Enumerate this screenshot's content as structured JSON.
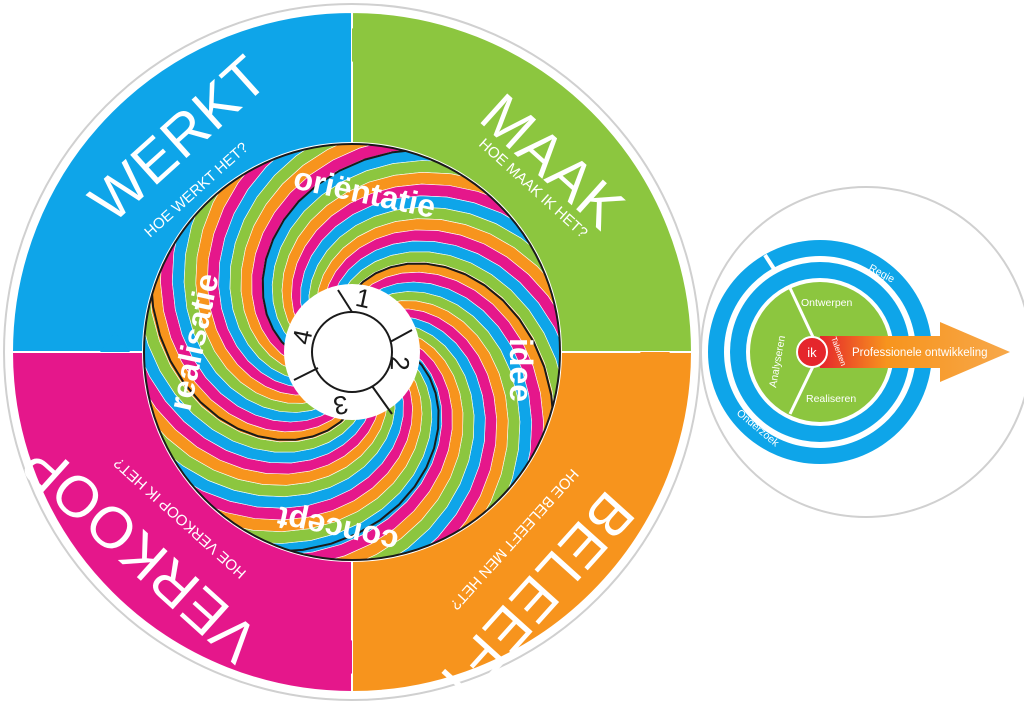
{
  "quadrants": {
    "werkt": {
      "title": "WERKT",
      "subtitle": "HOE WERKT HET?",
      "color": "#0ea5e9"
    },
    "maak": {
      "title": "MAAK",
      "subtitle": "HOE MAAK IK HET?",
      "color": "#8cc63f"
    },
    "beleeft": {
      "title": "BELEEFT",
      "subtitle": "HOE BELEEFT MEN HET?",
      "color": "#f7941d"
    },
    "verkoop": {
      "title": "VERKOOP",
      "subtitle": "HOE VERKOOP IK HET?",
      "color": "#e5178b"
    }
  },
  "phases": {
    "orientatie": "oriëntatie",
    "idee": "idee",
    "concept": "concept",
    "realisatie": "realisatie"
  },
  "steps": [
    "1",
    "2",
    "3",
    "4"
  ],
  "swirl_colors": [
    "#0ea5e9",
    "#8cc63f",
    "#f7941d",
    "#e5178b"
  ],
  "side_diagram": {
    "center": "ik",
    "inner_segments": {
      "ontwerpen": "Ontwerpen",
      "analyseren": "Analyseren",
      "realiseren": "Realiseren"
    },
    "inner_center_label": "Talenten",
    "outer_labels": {
      "regie": "Regie",
      "onderzoek": "Onderzoek"
    },
    "arrow_label": "Professionele ontwikkeling",
    "colors": {
      "outer": "#0ea5e9",
      "inner": "#8cc63f",
      "arrow": "#f7941d",
      "center": "#e5262c"
    }
  }
}
